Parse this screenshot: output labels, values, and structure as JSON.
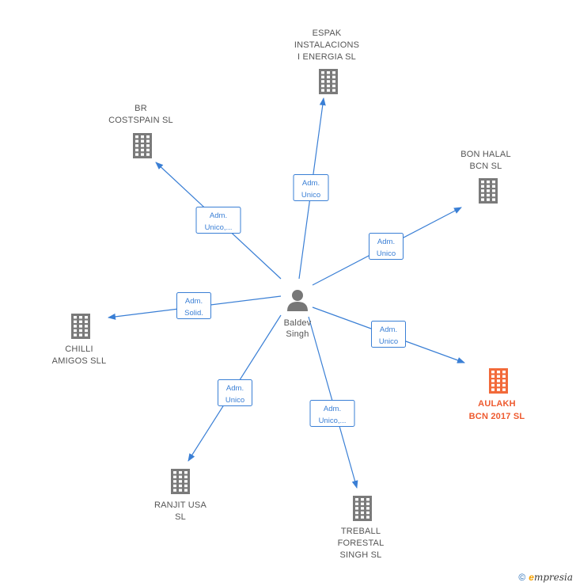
{
  "center": {
    "name": [
      "Baldev",
      "Singh"
    ]
  },
  "companies": [
    {
      "id": "espak",
      "lines": [
        "ESPAK",
        "INSTALACIONS",
        "I ENERGIA  SL"
      ],
      "role": [
        "Adm.",
        "Unico"
      ],
      "highlight": false
    },
    {
      "id": "br",
      "lines": [
        "BR",
        "COSTSPAIN  SL"
      ],
      "role": [
        "Adm.",
        "Unico,..."
      ],
      "highlight": false
    },
    {
      "id": "bonhalal",
      "lines": [
        "BON HALAL",
        "BCN  SL"
      ],
      "role": [
        "Adm.",
        "Unico"
      ],
      "highlight": false
    },
    {
      "id": "chilli",
      "lines": [
        "CHILLI",
        "AMIGOS  SLL"
      ],
      "role": [
        "Adm.",
        "Solid."
      ],
      "highlight": false
    },
    {
      "id": "aulakh",
      "lines": [
        "AULAKH",
        "BCN 2017  SL"
      ],
      "role": [
        "Adm.",
        "Unico"
      ],
      "highlight": true
    },
    {
      "id": "ranjit",
      "lines": [
        "RANJIT USA",
        "SL"
      ],
      "role": [
        "Adm.",
        "Unico"
      ],
      "highlight": false
    },
    {
      "id": "treball",
      "lines": [
        "TREBALL",
        "FORESTAL",
        "SINGH  SL"
      ],
      "role": [
        "Adm.",
        "Unico,..."
      ],
      "highlight": false
    }
  ],
  "colors": {
    "edge": "#3a7fd5",
    "node": "#7a7a7a",
    "highlight": "#f26a3a"
  },
  "icons": {
    "company": "building-icon",
    "person": "person-icon"
  },
  "footer": {
    "copyright": "©",
    "brand_initial": "e",
    "brand_rest": "mpresia"
  }
}
